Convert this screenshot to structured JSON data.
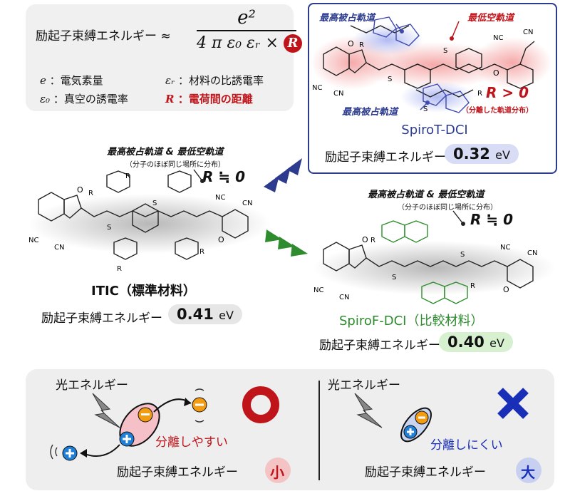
{
  "formula": {
    "lhs": "励起子束縛エネルギー ≈",
    "numerator": "e²",
    "denominator": "4 π ε₀ εᵣ ×",
    "r_symbol": "R",
    "legend": [
      {
        "sym": "e",
        "text": "：電気素量"
      },
      {
        "sym": "ε₀",
        "text": "：真空の誘電率"
      },
      {
        "sym": "εᵣ",
        "text": "：材料の比誘電率"
      },
      {
        "sym": "R",
        "text": "：電荷間の距離"
      }
    ]
  },
  "spiroT": {
    "homo_top": "最高被占軌道",
    "lumo": "最低空軌道",
    "homo_bottom": "最高被占軌道",
    "r_condition": "R > 0",
    "r_note": "（分離した軌道分布）",
    "name": "SpiroT-DCI",
    "energy_label": "励起子束縛エネルギー",
    "energy_value": "0.32",
    "energy_unit": "eV"
  },
  "itic": {
    "orbitals": "最高被占軌道 & 最低空軌道",
    "note": "（分子のほぼ同じ場所に分布）",
    "r_condition": "R ≒ 0",
    "name": "ITIC（標準材料）",
    "energy_label": "励起子束縛エネルギー",
    "energy_value": "0.41",
    "energy_unit": "eV"
  },
  "spiroF": {
    "orbitals": "最高被占軌道 & 最低空軌道",
    "note": "（分子のほぼ同じ場所に分布）",
    "r_condition": "R ≒ 0",
    "name": "SpiroF-DCI（比較材料）",
    "energy_label": "励起子束縛エネルギー",
    "energy_value": "0.40",
    "energy_unit": "eV"
  },
  "structure_labels": {
    "r": "R",
    "o": "O",
    "s": "S",
    "nc": "NC",
    "cn": "CN"
  },
  "bottom": {
    "left": {
      "light": "光エネルギー",
      "separation": "分離しやすい",
      "energy_label": "励起子束縛エネルギー",
      "size": "小",
      "mark": "○"
    },
    "right": {
      "light": "光エネルギー",
      "separation": "分離しにくい",
      "energy_label": "励起子束縛エネルギー",
      "size": "大",
      "mark": "×"
    }
  },
  "colors": {
    "red": "#c0141b",
    "navy": "#2d3b8e",
    "green": "#2e8b2e",
    "blue_pill": "#d8dcf5",
    "green_pill": "#d6f0d0",
    "grey_pill": "#e6e6e6"
  }
}
